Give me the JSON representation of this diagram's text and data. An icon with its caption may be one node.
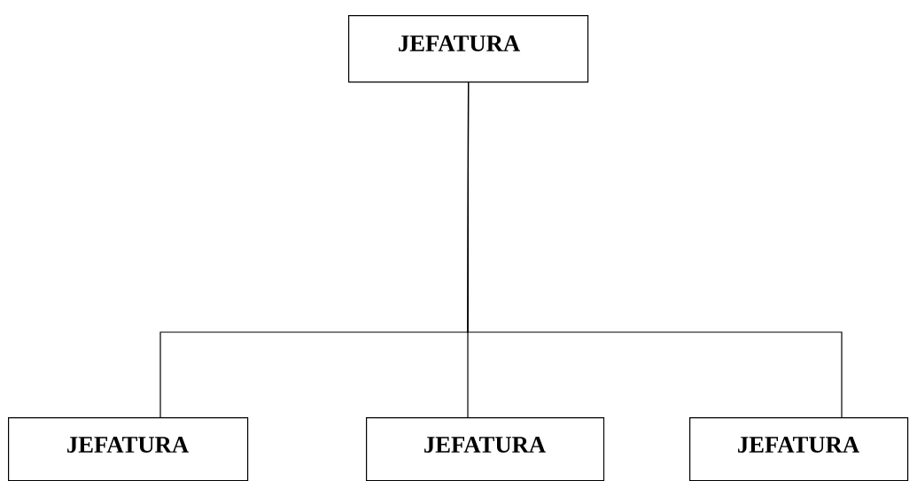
{
  "diagram": {
    "nodes": [
      {
        "text": [
          "JEFATURA"
        ]
      },
      {
        "text": [
          "JEFATURA"
        ]
      },
      {
        "text": [
          "JEFATURA"
        ]
      },
      {
        "text": [
          "JEFATURA"
        ]
      }
    ],
    "edges": [
      {
        "from": 0,
        "to": 1,
        "arrow": "none"
      },
      {
        "from": 0,
        "to": 2,
        "arrow": "none"
      },
      {
        "from": 0,
        "to": 3,
        "arrow": "none"
      }
    ]
  }
}
